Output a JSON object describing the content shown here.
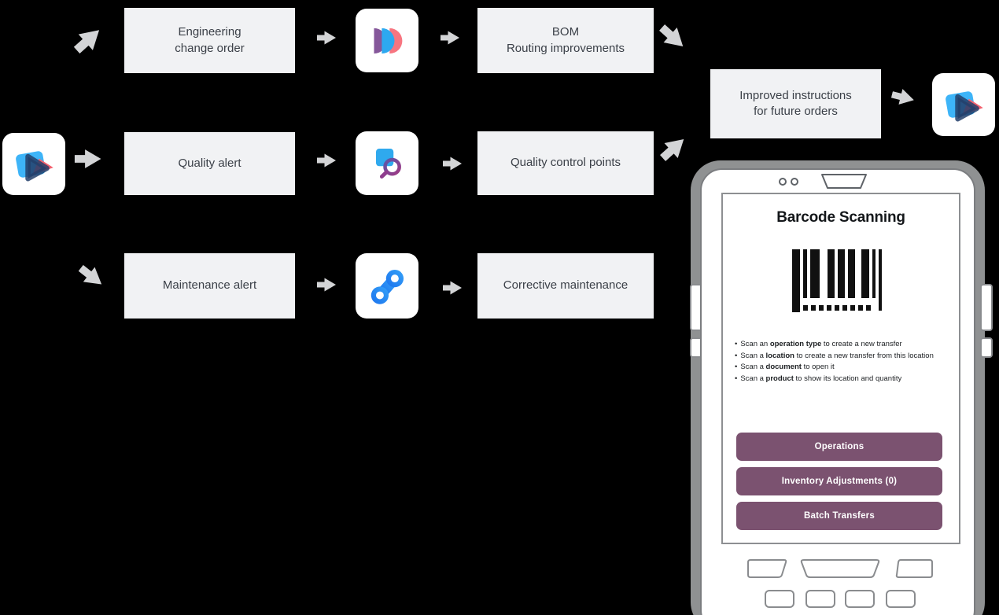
{
  "flow": {
    "engineering_change_order": "Engineering\nchange order",
    "bom_routing_improvements": "BOM\nRouting improvements",
    "quality_alert": "Quality alert",
    "quality_control_points": "Quality control points",
    "maintenance_alert": "Maintenance alert",
    "corrective_maintenance": "Corrective maintenance",
    "improved_instructions": "Improved instructions\nfor future orders"
  },
  "icons": {
    "left": "odoo-manufacturing-app-icon",
    "plm": "odoo-plm-app-icon",
    "quality": "odoo-quality-app-icon",
    "maintenance": "odoo-maintenance-app-icon",
    "right": "odoo-manufacturing-app-icon"
  },
  "phone": {
    "title": "Barcode Scanning",
    "bullets": [
      {
        "pre": "Scan an ",
        "bold": "operation type",
        "post": " to create a new transfer"
      },
      {
        "pre": "Scan a ",
        "bold": "location",
        "post": " to create a new transfer from this location"
      },
      {
        "pre": "Scan a ",
        "bold": "document",
        "post": " to open it"
      },
      {
        "pre": "Scan a ",
        "bold": "product",
        "post": " to show its location and quantity"
      }
    ],
    "buttons": [
      "Operations",
      "Inventory Adjustments (0)",
      "Batch Transfers"
    ]
  },
  "colors": {
    "background": "#000000",
    "box_bg": "#f1f2f4",
    "box_text": "#3b4048",
    "arrow": "#d3d4d6",
    "button_bg": "#7b5270",
    "button_text": "#ffffff",
    "plm_purple": "#85579a",
    "plm_blue": "#2da9f0",
    "plm_coral": "#f77580",
    "quality_blue": "#2fa9ee",
    "quality_magnifier": "#8f3d8e",
    "maintenance_blue": "#2585f0",
    "mrp_light_blue": "#3db4f8",
    "mrp_navy": "#23406b",
    "mrp_red": "#f4616e"
  }
}
